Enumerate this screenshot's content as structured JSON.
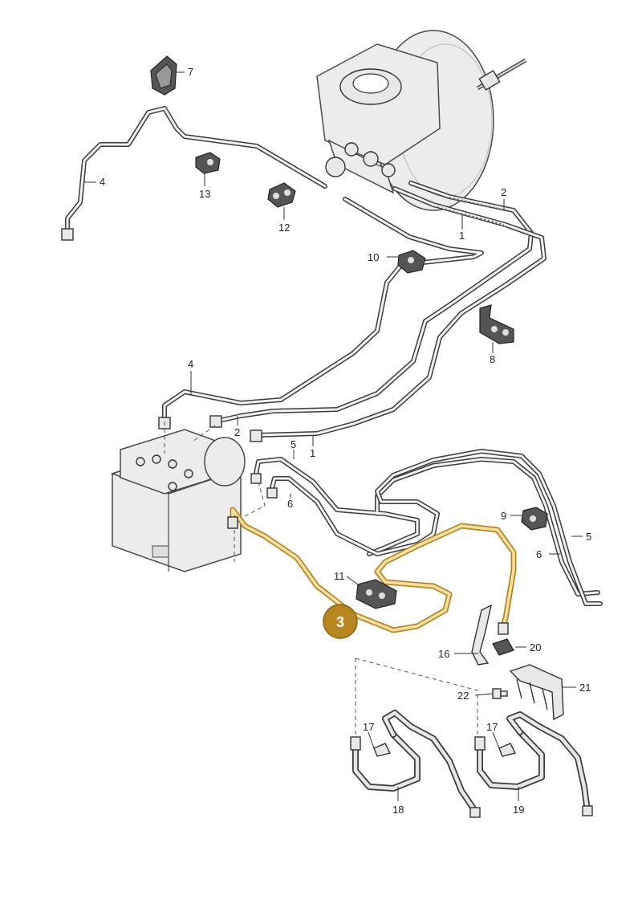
{
  "diagram": {
    "highlight_color": "#b8861e",
    "highlight_label_fill": "#b8861e",
    "callouts": [
      {
        "id": "c7",
        "text": "7"
      },
      {
        "id": "c4a",
        "text": "4"
      },
      {
        "id": "c13",
        "text": "13"
      },
      {
        "id": "c12",
        "text": "12"
      },
      {
        "id": "c2a",
        "text": "2"
      },
      {
        "id": "c1a",
        "text": "1"
      },
      {
        "id": "c10",
        "text": "10"
      },
      {
        "id": "c8",
        "text": "8"
      },
      {
        "id": "c4b",
        "text": "4"
      },
      {
        "id": "c2b",
        "text": "2"
      },
      {
        "id": "c1b",
        "text": "1"
      },
      {
        "id": "c5a",
        "text": "5"
      },
      {
        "id": "c6a",
        "text": "6"
      },
      {
        "id": "c9",
        "text": "9"
      },
      {
        "id": "c5b",
        "text": "5"
      },
      {
        "id": "c6b",
        "text": "6"
      },
      {
        "id": "c11",
        "text": "11"
      },
      {
        "id": "c20",
        "text": "20"
      },
      {
        "id": "c16",
        "text": "16"
      },
      {
        "id": "c21",
        "text": "21"
      },
      {
        "id": "c22",
        "text": "22"
      },
      {
        "id": "c17a",
        "text": "17"
      },
      {
        "id": "c17b",
        "text": "17"
      },
      {
        "id": "c18",
        "text": "18"
      },
      {
        "id": "c19",
        "text": "19"
      }
    ],
    "highlight_badge": {
      "text": "3"
    }
  }
}
